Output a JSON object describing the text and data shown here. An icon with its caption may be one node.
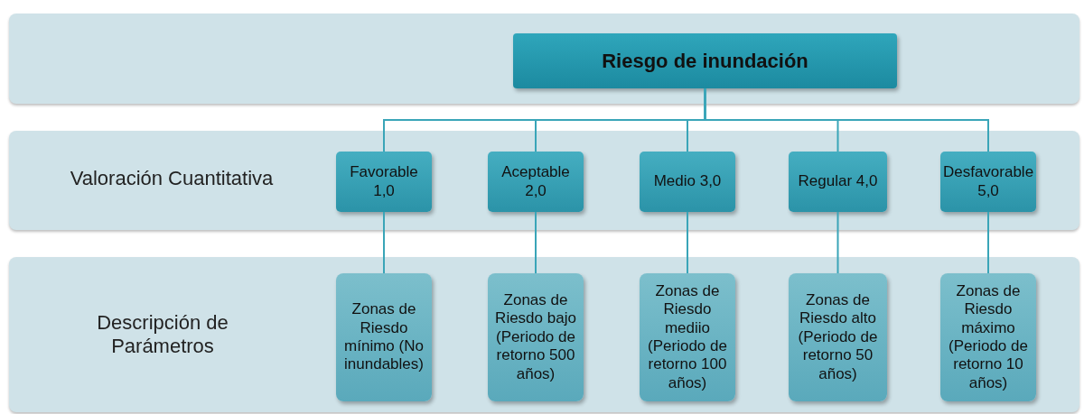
{
  "diagram": {
    "nodes": [
      {
        "text": [],
        "shape": "box"
      },
      {
        "text": [
          "Riesgo de inundación"
        ],
        "in": 0
      },
      {
        "text": [
          "Valoración Cuantitativa"
        ]
      },
      {
        "text": [
          "Favorable 1,0"
        ],
        "in": 2
      },
      {
        "text": [
          "Aceptable 2,0"
        ],
        "in": 2
      },
      {
        "text": [
          "Medio 3,0"
        ],
        "in": 2
      },
      {
        "text": [
          "Regular 4,0"
        ],
        "in": 2
      },
      {
        "text": [
          "Desfavorable 5,0"
        ],
        "in": 2
      },
      {
        "text": [
          "Descripción de Parámetros"
        ]
      },
      {
        "text": [
          "Zonas de Riesdo mínimo (No inundables)"
        ],
        "in": 8
      },
      {
        "text": [
          "Zonas de Riesdo bajo (Periodo de retorno 500 años)"
        ],
        "in": 8
      },
      {
        "text": [
          "Zonas de Riesdo mediio (Periodo de retorno 100 años)"
        ],
        "in": 8
      },
      {
        "text": [
          "Zonas de Riesdo alto (Periodo de retorno 50 años)"
        ],
        "in": 8
      },
      {
        "text": [
          "Zonas de Riesdo máximo (Periodo de retorno 10 años)"
        ],
        "in": 8
      }
    ],
    "edges": [
      {
        "from": 1,
        "to": 3,
        "arrow": "none"
      },
      {
        "from": 1,
        "to": 4,
        "arrow": "none"
      },
      {
        "from": 1,
        "to": 5,
        "arrow": "none"
      },
      {
        "from": 1,
        "to": 6,
        "arrow": "none"
      },
      {
        "from": 1,
        "to": 7,
        "arrow": "none"
      },
      {
        "from": 3,
        "to": 9,
        "arrow": "none"
      },
      {
        "from": 4,
        "to": 10,
        "arrow": "none"
      },
      {
        "from": 5,
        "to": 11,
        "arrow": "none"
      },
      {
        "from": 6,
        "to": 12,
        "arrow": "none"
      },
      {
        "from": 7,
        "to": 13,
        "arrow": "none"
      }
    ]
  }
}
